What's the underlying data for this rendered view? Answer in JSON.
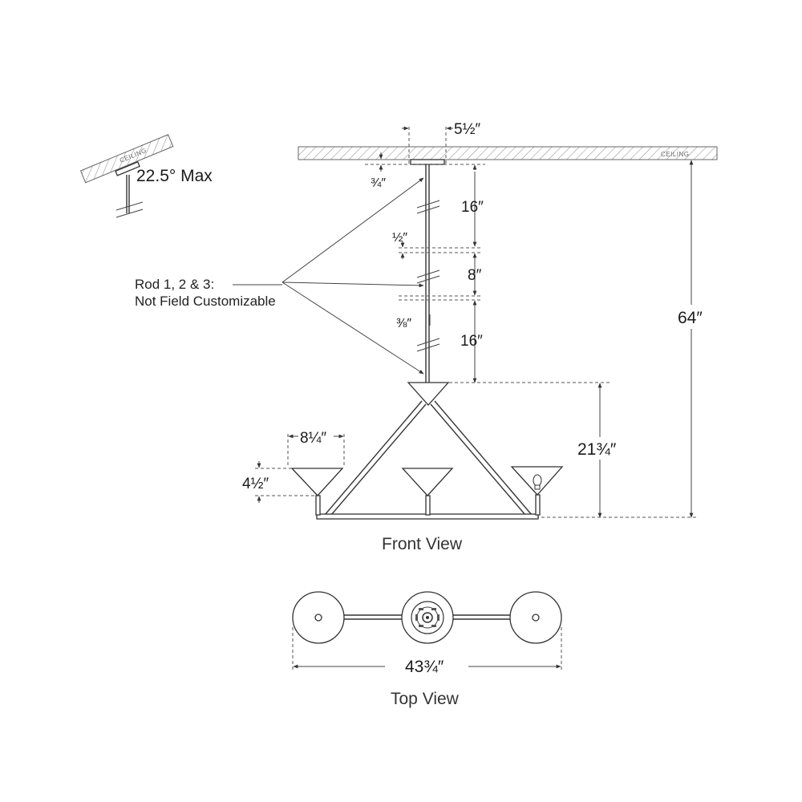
{
  "slope_detail": {
    "ceiling_label": "CEILING",
    "angle_label": "22.5° Max"
  },
  "front_view": {
    "ceiling_label": "CEILING",
    "canopy_width": "5½″",
    "canopy_height": "¾″",
    "rod1_length": "16″",
    "gap1": "½″",
    "rod2_length": "8″",
    "gap2": "⅜″",
    "rod3_length": "16″",
    "overall_height": "64″",
    "fixture_height": "21¾″",
    "shade_width": "8¼″",
    "shade_height": "4½″",
    "caption": "Front View"
  },
  "rod_note": {
    "line1": "Rod 1, 2 & 3:",
    "line2": "Not Field Customizable"
  },
  "top_view": {
    "overall_width": "43¾″",
    "caption": "Top View"
  }
}
